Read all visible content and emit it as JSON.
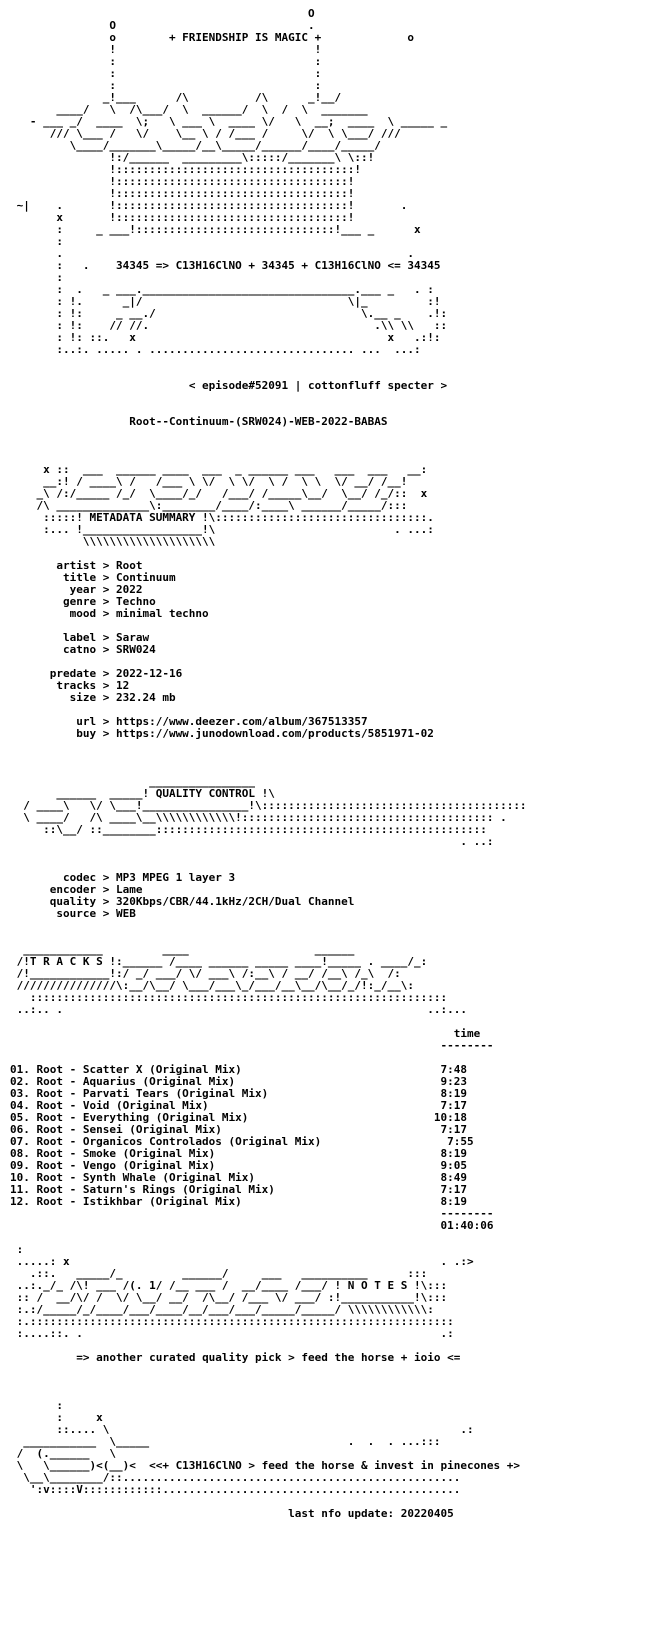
{
  "header": {
    "art": [
      "                                             O",
      "               O                             .",
      "               o        + FRIENDSHIP IS MAGIC +             o",
      "               !                              !",
      "               :                              :",
      "               :                              :",
      "               :                              :",
      "              _!___      /\\          /\\      _!__/",
      "       ____/   \\  /\\___/  \\  ______/  \\  /  \\  _______",
      "   - ___ _/  ____  \\;   \\ ___ \\  ____ \\/   \\  __;  ____  \\ _____ _",
      "      /// \\___ /   \\/    \\__ \\ / /___ /     \\/  \\ \\___/ ///",
      "         \\____/_______\\_____/__\\_____/______/____/_____/",
      "               !:/______  _________\\:::::/_______\\ \\::!",
      "               !::::::::::::::::::::::::::::::::::::!",
      "               !:::::::::::::::::::::::::::::::::::!",
      "               !:::::::::::::::::::::::::::::::::::!",
      " ~|    .       !:::::::::::::::::::::::::::::::::::!       .",
      "       x       !:::::::::::::::::::::::::::::::::::!",
      "       :     _ ___!::::::::::::::::::::::::::::::!___ _      x",
      "       :",
      "       .                                                    .",
      "       :   .    34345 => C13H16ClNO + 34345 + C13H16ClNO <= 34345",
      "       :",
      "       :  .   _ ___.________________________________.___ _   . :",
      "       : !.      _|/                               \\|_         :!",
      "       : !:     _ __./                               \\.__ _    .!:",
      "       : !:    // //.                                  .\\\\ \\\\   ::",
      "       : !: ::.   x                                      x   .:!:",
      "       :..:. ..... . ............................... ...  ...:"
    ]
  },
  "release": {
    "episode": "< episode#52091 | cottonfluff specter >",
    "name": "Root--Continuum-(SRW024)-WEB-2022-BABAS"
  },
  "metadata_section": {
    "banner": [
      "     x ::  ___  ______ ____  ___  _ ______ ___   ___  ___   __:",
      "     __:! / ____\\ /   /___ \\ \\/  \\ \\/  \\ /  \\ \\  \\/ __/ /__! ",
      "    _\\ /:/_____ /_/  \\____/_/   /___/ /_____\\__/  \\__/ /_/::  x",
      "    /\\ ______________\\:________/____/:____\\ ______/_____/:::",
      "     :::::! METADATA SUMMARY !\\::::::::::::::::::::::::::::::::.",
      "     :... !__________________!\\                           . ...:",
      "           \\\\\\\\\\\\\\\\\\\\\\\\\\\\\\\\\\\\\\\\"
    ],
    "fields": [
      "       artist > Root",
      "        title > Continuum",
      "         year > 2022",
      "        genre > Techno",
      "         mood > minimal techno",
      "",
      "        label > Saraw",
      "        catno > SRW024",
      "",
      "      predate > 2022-12-16",
      "       tracks > 12",
      "         size > 232.24 mb",
      "",
      "          url > https://www.deezer.com/album/367513357",
      "          buy > https://www.junodownload.com/products/5851971-02"
    ]
  },
  "quality_section": {
    "banner": [
      "                     ________________",
      "       ______  _____! QUALITY CONTROL !\\",
      "  / ____\\   \\/ \\___!________________!\\::::::::::::::::::::::::::::::::::::::::",
      "  \\ ____/   /\\ ____\\__\\\\\\\\\\\\\\\\\\\\\\\\!:::::::::::::::::::::::::::::::::::::: .",
      "     ::\\__/ ::________::::::::::::::::::::::::::::::::::::::::::::::::::",
      "                                                                    . ..:"
    ],
    "fields": [
      "        codec > MP3 MPEG 1 layer 3",
      "      encoder > Lame",
      "      quality > 320Kbps/CBR/44.1kHz/2CH/Dual Channel",
      "       source > WEB"
    ]
  },
  "tracks_section": {
    "banner": [
      "  ____________         ____                   ______",
      " /!T R A C K S !:______ /____ ______ _____ ____!_____ . ____/_:",
      " /!____________!:/ _/ ___/ \\/ ___\\ /:__\\ / __/ /__\\ /_\\  /:",
      " ///////////////\\:__/\\__/ \\___/___\\_/___/__\\__/\\__/_/!:_/__\\:",
      "   :::::::::::::::::::::::::::::::::::::::::::::::::::::::::::::::",
      " ..:.. .                                                       ..:..."
    ],
    "time_header": "time",
    "time_rule": "--------",
    "items": [
      "01. Root - Scatter X (Original Mix)                              7:48",
      "02. Root - Aquarius (Original Mix)                               9:23",
      "03. Root - Parvati Tears (Original Mix)                          8:19",
      "04. Root - Void (Original Mix)                                   7:17",
      "05. Root - Everything (Original Mix)                            10:18",
      "06. Root - Sensei (Original Mix)                                 7:17",
      "07. Root - Organicos Controlados (Original Mix)                   7:55",
      "08. Root - Smoke (Original Mix)                                  8:19",
      "09. Root - Vengo (Original Mix)                                  9:05",
      "10. Root - Synth Whale (Original Mix)                            8:49",
      "11. Root - Saturn's Rings (Original Mix)                         7:17",
      "12. Root - Istikhbar (Original Mix)                              8:19"
    ],
    "total_rule": "--------",
    "total": "01:40:06"
  },
  "notes_section": {
    "banner": [
      " :",
      " .....: x                                                        . .:>",
      "   .::.   _____/_         ______/     ___   __________      :::",
      " ..:._/_ /\\! ___ /(. 1/ /__ ___ /  __/____ /___/ ! N O T E S !\\:::",
      " :: /  __/\\/ /  \\/ \\__/ __/  /\\__/ /___ \\/ ___/ :!___________!\\:::",
      " :.:/_____/_/____/___/____/__/___/___/_____/_____/ \\\\\\\\\\\\\\\\\\\\\\\\:",
      " :.::::::::::::::::::::::::::::::::::::::::::::::::::::::::::::::::",
      " :....::. .                                                      .:"
    ],
    "tagline": "=> another curated quality pick > feed the horse + ioio <="
  },
  "footer": {
    "art": [
      "       :",
      "       :     x",
      "       ::.... \\                                                     .:",
      "  ___________  \\_____                              .  .  . ...:::",
      " /  (.______   \\",
      " \\   \\______)<(__)<  <<+ C13H16ClNO > feed the horse & invest in pinecones +>",
      "  \\__\\________/::...................................................",
      "   ':v::::V::::::::::::............................................."
    ],
    "last_update": "last nfo update: 20220405"
  }
}
